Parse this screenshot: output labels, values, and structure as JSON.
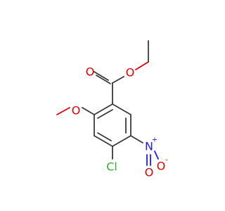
{
  "molecule": {
    "atoms": {
      "carbonyl_o": {
        "label": "O",
        "color": "#e00000"
      },
      "ester_o": {
        "label": "O",
        "color": "#e00000"
      },
      "methoxy_o": {
        "label": "O",
        "color": "#e00000"
      },
      "chlorine": {
        "label": "Cl",
        "color": "#2cb52c"
      },
      "nitro_n": {
        "label": "N",
        "charge": "+",
        "color": "#1a1aff"
      },
      "nitro_o1": {
        "label": "O",
        "charge": "-",
        "color": "#e00000"
      },
      "nitro_o2": {
        "label": "O",
        "color": "#e00000"
      }
    }
  }
}
